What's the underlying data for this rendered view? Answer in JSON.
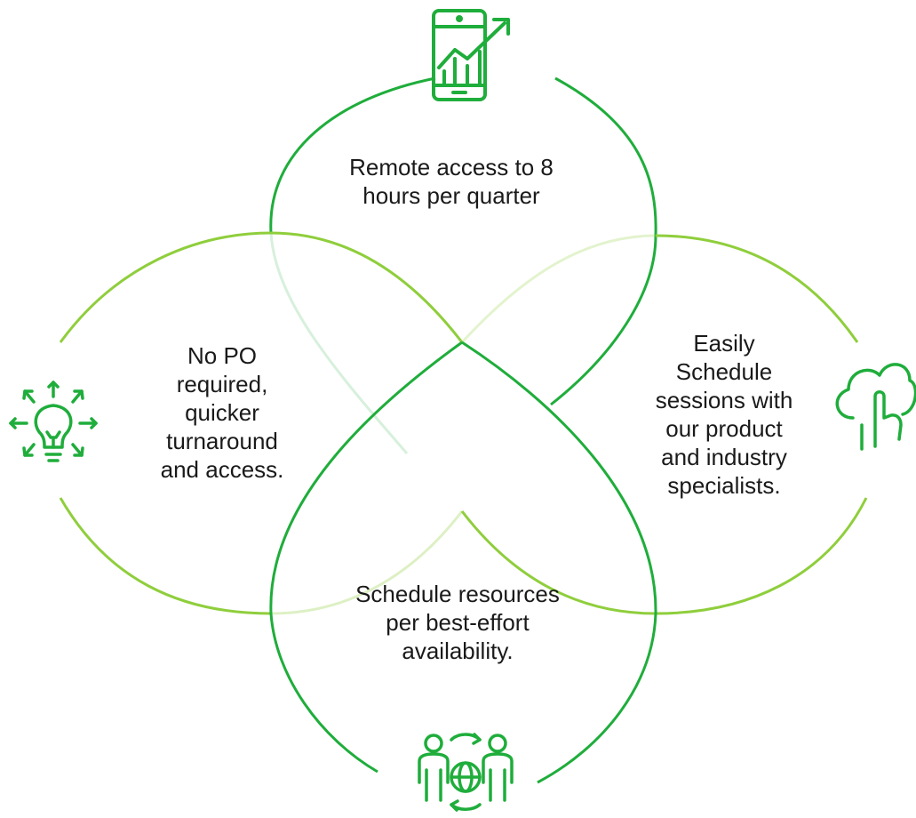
{
  "diagram": {
    "colors": {
      "dark_green": "#1fad3b",
      "light_green": "#8fce3c",
      "icon_green": "#1fad3b"
    },
    "petals": [
      {
        "position": "top",
        "icon": "mobile-growth-chart-icon",
        "text": "Remote access to 8\nhours per quarter"
      },
      {
        "position": "left",
        "icon": "lightbulb-ideas-icon",
        "text": "No PO\nrequired,\nquicker\nturnaround\nand access."
      },
      {
        "position": "right",
        "icon": "cloud-touch-icon",
        "text": "Easily\nSchedule\nsessions with\nour product\nand industry\nspecialists."
      },
      {
        "position": "bottom",
        "icon": "global-team-exchange-icon",
        "text": "Schedule resources\nper best-effort\navailability."
      }
    ]
  }
}
